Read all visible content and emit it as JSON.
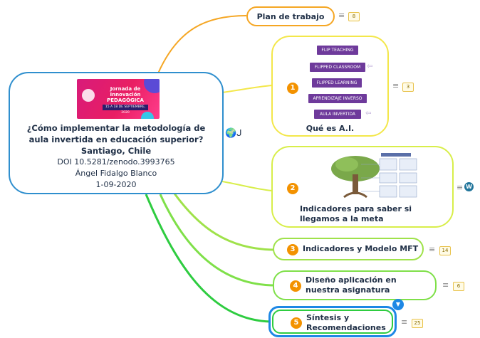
{
  "central": {
    "title": "¿Cómo implementar la metodología de aula invertida en educación superior? Santiago, Chile",
    "doi": "DOI 10.5281/zenodo.3993765",
    "author": "Ángel Fidalgo Blanco",
    "date": "1-09-2020",
    "banner_title": "Jornada de Innovación PEDAGÓGICA",
    "banner_date": "15 A 18 DE SEPTIEMBRE, 2020"
  },
  "icons": {
    "globe": "🌍",
    "link": "ᒍ",
    "notes": "≡",
    "wordpress": "W",
    "collapse": "▼"
  },
  "branches": {
    "plan": {
      "label": "Plan de trabajo",
      "count": "8"
    },
    "que_es": {
      "number": "1",
      "label": "Qué es A.I.",
      "count": "3",
      "image_labels": [
        "FLIP TEACHING",
        "FLIPPED CLASSROOM",
        "FLIPPED LEARNING",
        "APRENDIZAJE INVERSO",
        "AULA INVERTIDA"
      ]
    },
    "indicadores_meta": {
      "number": "2",
      "label": "Indicadores para saber si llegamos a la meta"
    },
    "indicadores_mft": {
      "number": "3",
      "label": "Indicadores y Modelo MFT",
      "count": "14"
    },
    "diseno": {
      "number": "4",
      "label": "Diseño aplicación en nuestra asignatura",
      "count": "6"
    },
    "sintesis": {
      "number": "5",
      "label": "Síntesis y Recomendaciones",
      "count": "25"
    }
  },
  "colors": {
    "central_border": "#2f8fce",
    "plan": "#f5a623",
    "que_es": "#f3e74a",
    "indicadores_meta": "#d8ee4a",
    "indicadores_mft": "#9fe24a",
    "diseno": "#7fe049",
    "sintesis": "#2ecc40",
    "selected": "#1e88e5",
    "number_badge": "#f39200"
  }
}
